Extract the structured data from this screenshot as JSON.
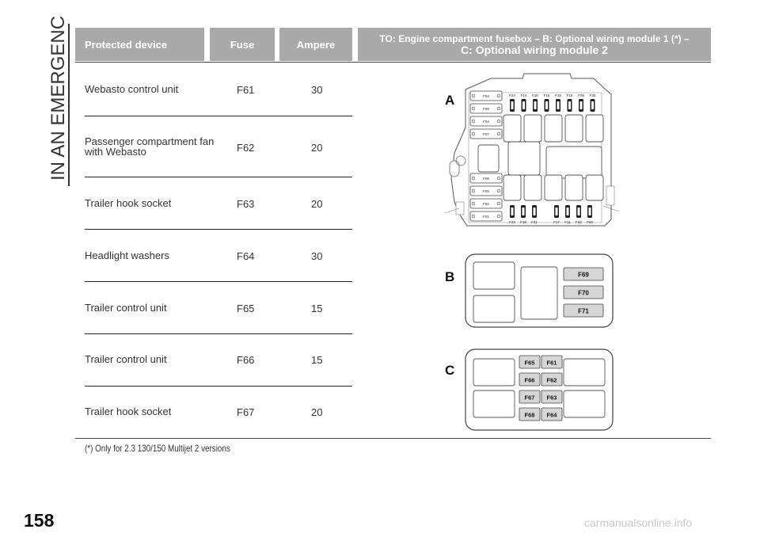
{
  "section_title": "IN AN EMERGENCY",
  "page_number": "158",
  "watermark": "carmanualsonline.info",
  "table": {
    "headers": {
      "protected_device": "Protected device",
      "fuse": "Fuse",
      "ampere": "Ampere"
    },
    "rows": [
      {
        "device": "Webasto control unit",
        "fuse": "F61",
        "ampere": "30"
      },
      {
        "device": "Passenger compartment fan with Webasto",
        "fuse": "F62",
        "ampere": "20"
      },
      {
        "device": "Trailer hook socket",
        "fuse": "F63",
        "ampere": "20"
      },
      {
        "device": "Headlight washers",
        "fuse": "F64",
        "ampere": "30"
      },
      {
        "device": "Trailer control unit",
        "fuse": "F65",
        "ampere": "15"
      },
      {
        "device": "Trailer control unit",
        "fuse": "F66",
        "ampere": "15"
      },
      {
        "device": "Trailer hook socket",
        "fuse": "F67",
        "ampere": "20"
      }
    ]
  },
  "figure": {
    "caption_line1": "TO: Engine compartment fusebox – B: Optional wiring module 1 (*) –",
    "caption_line2": "C: Optional wiring module 2",
    "label_a": "A",
    "label_b": "B",
    "label_c": "C",
    "box_a_left_fuses": [
      "F53",
      "F08",
      "F04",
      "F07",
      "F06",
      "F05",
      "F02",
      "F01"
    ],
    "box_a_top_fuses": [
      "F24",
      "F14",
      "F10",
      "F15",
      "F19",
      "F16",
      "F09",
      "F30"
    ],
    "box_a_bottom_fuses": [
      "F23",
      "F18",
      "F21",
      "F17",
      "F11",
      "F22",
      "F20"
    ],
    "module_b_fuses": [
      "F69",
      "F70",
      "F71"
    ],
    "module_c_fuses": [
      "F65",
      "F61",
      "F66",
      "F62",
      "F67",
      "F63",
      "F68",
      "F64"
    ]
  },
  "footnote": "(*) Only for 2.3 130/150 Multijet 2 versions"
}
